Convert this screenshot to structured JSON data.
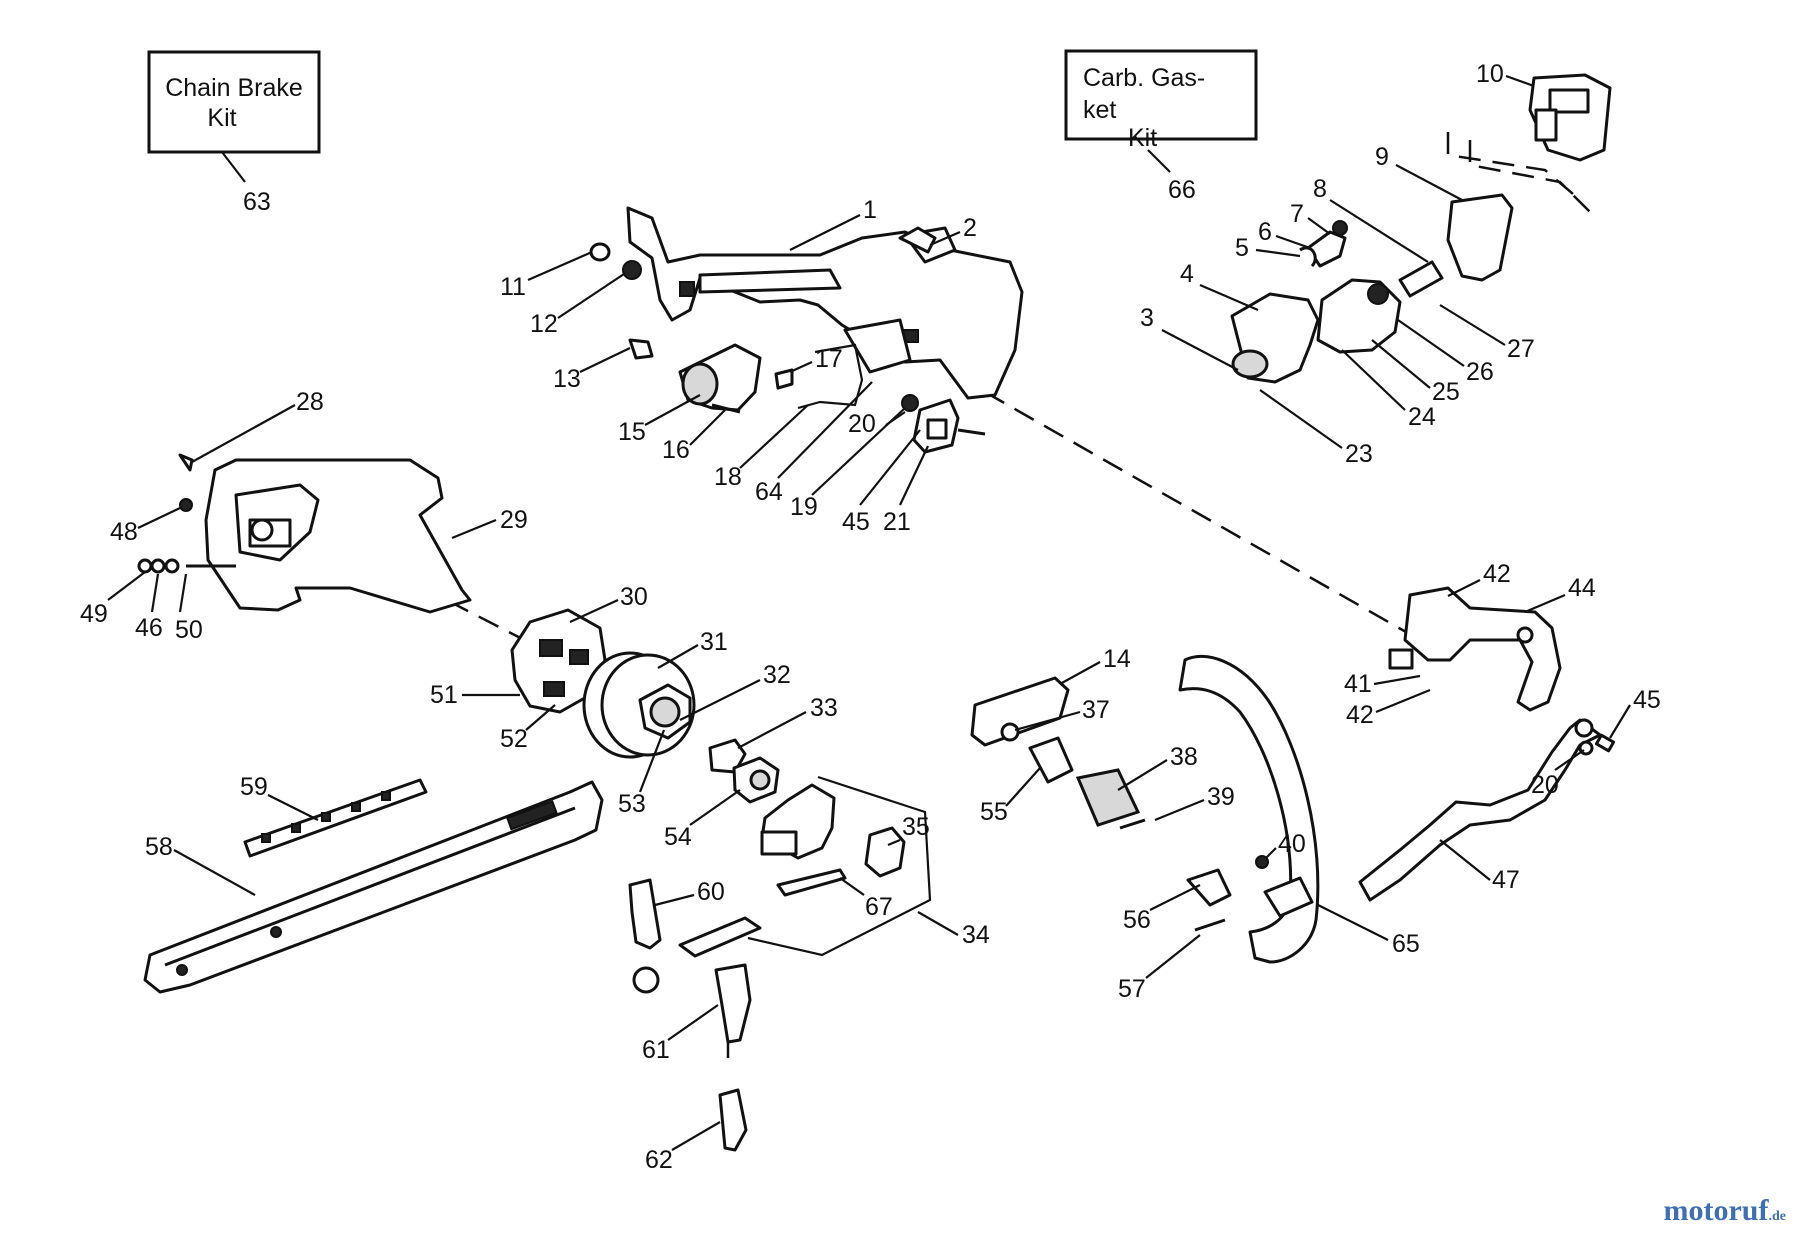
{
  "kits": {
    "chain_brake": {
      "line1": "Chain Brake",
      "line2": "Kit",
      "number": "63"
    },
    "carb_gasket": {
      "line1": "Carb. Gas-",
      "line2": "ket",
      "line3": "Kit",
      "number": "66"
    }
  },
  "callouts": [
    "1",
    "2",
    "3",
    "4",
    "5",
    "6",
    "7",
    "8",
    "9",
    "10",
    "11",
    "12",
    "13",
    "14",
    "15",
    "16",
    "17",
    "18",
    "19",
    "20",
    "20",
    "21",
    "23",
    "24",
    "25",
    "26",
    "27",
    "28",
    "29",
    "30",
    "31",
    "32",
    "33",
    "34",
    "35",
    "37",
    "38",
    "39",
    "40",
    "41",
    "42",
    "42",
    "44",
    "45",
    "45",
    "46",
    "47",
    "48",
    "49",
    "50",
    "51",
    "52",
    "53",
    "54",
    "55",
    "56",
    "57",
    "58",
    "59",
    "60",
    "61",
    "62",
    "64",
    "65",
    "67"
  ],
  "watermark": {
    "brand": "motoruf",
    "suffix": ".de",
    "colors": {
      "main": "#3f6fb0",
      "accent": "#c23a2b"
    }
  }
}
